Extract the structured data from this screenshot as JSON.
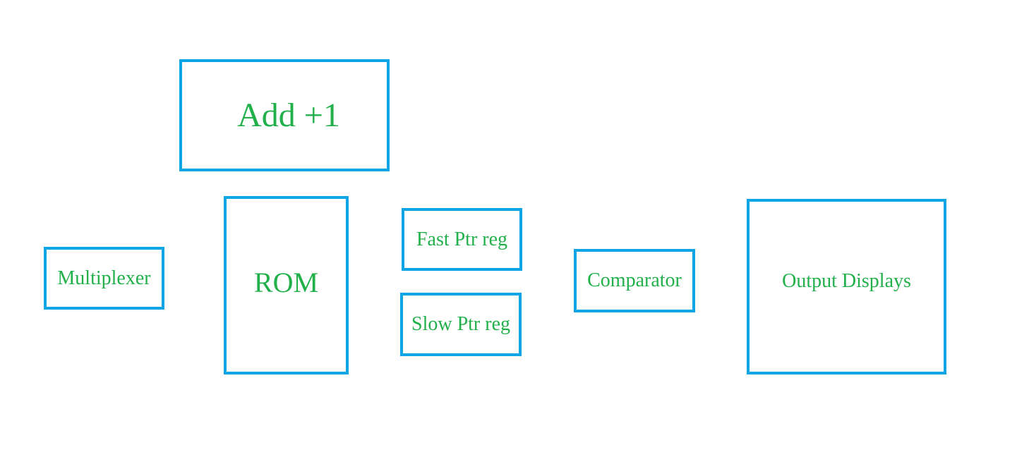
{
  "colors": {
    "border": "#0da5e3",
    "text": "#22b04b",
    "background": "#ffffff"
  },
  "blocks": {
    "add": {
      "label": "Add +1"
    },
    "rom": {
      "label": "ROM"
    },
    "multiplexer": {
      "label": "Multiplexer"
    },
    "fast_ptr": {
      "label": "Fast Ptr reg"
    },
    "slow_ptr": {
      "label": "Slow Ptr reg"
    },
    "comparator": {
      "label": "Comparator"
    },
    "output": {
      "label": "Output Displays"
    }
  }
}
